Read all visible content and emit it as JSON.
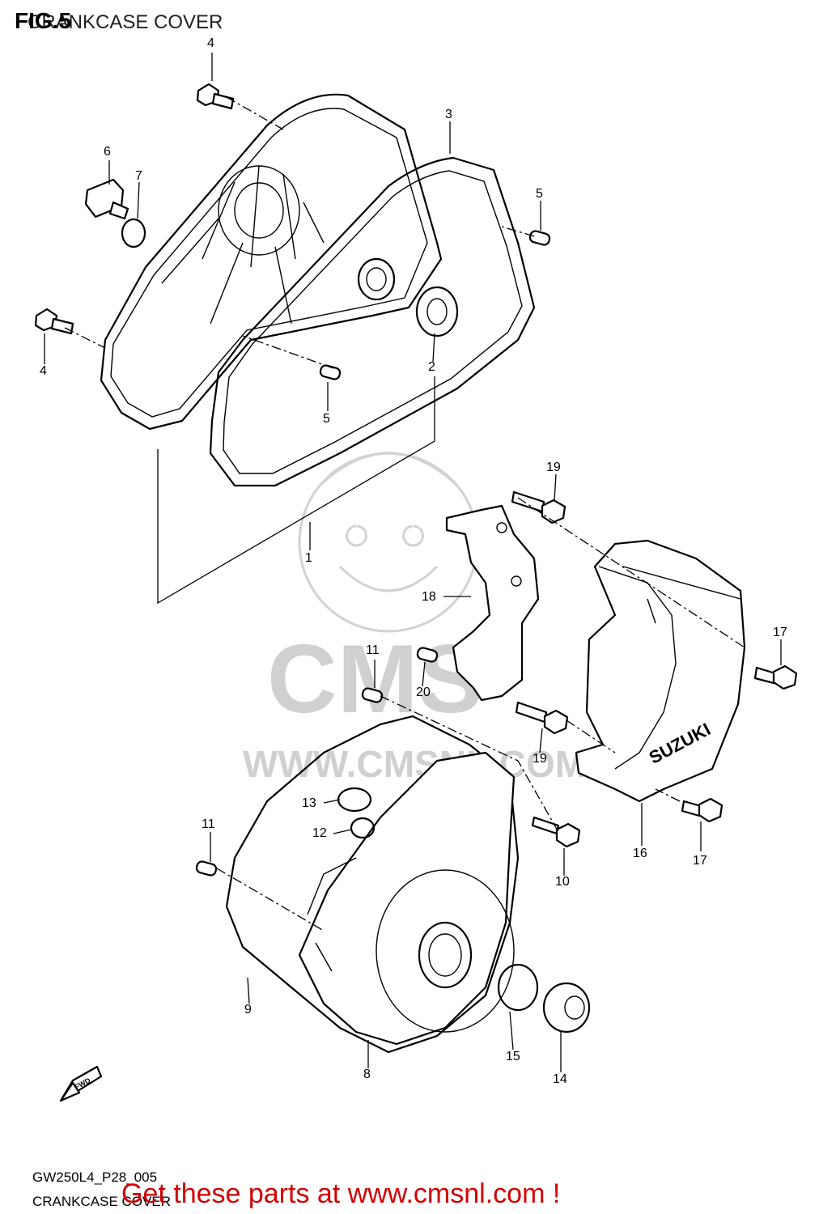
{
  "header": {
    "figure_number": "FIG.5",
    "title": "CRANKCASE COVER"
  },
  "footer": {
    "diagram_code": "GW250L4_P28_005",
    "title": "CRANKCASE COVER",
    "promo": "Get these parts at www.cmsnl.com !"
  },
  "watermark": {
    "brand": "CMS",
    "url": "WWW.CMSNL.COM"
  },
  "embossed_text": {
    "cover_brand": "SUZUKI",
    "arrow_label": "FWD"
  },
  "callouts": [
    "1",
    "2",
    "3",
    "4",
    "4",
    "5",
    "5",
    "6",
    "7",
    "8",
    "9",
    "10",
    "11",
    "11",
    "12",
    "13",
    "14",
    "15",
    "16",
    "17",
    "17",
    "18",
    "19",
    "19",
    "20"
  ],
  "colors": {
    "promo": "#d40000",
    "watermark": "#d0d0d0",
    "lines": "#000000"
  }
}
